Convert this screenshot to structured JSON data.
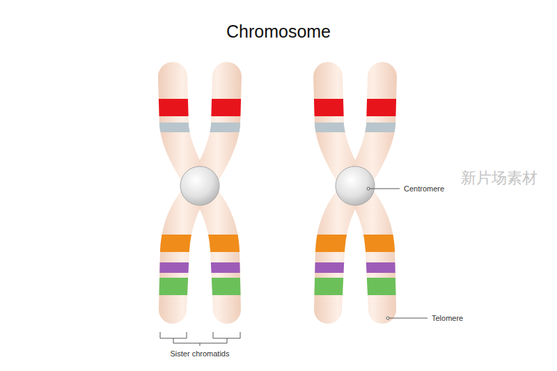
{
  "diagram": {
    "title": "Chromosome",
    "labels": [
      "Centromere",
      "Telomere",
      "Sister chromatids",
      "新片场素材"
    ]
  }
}
